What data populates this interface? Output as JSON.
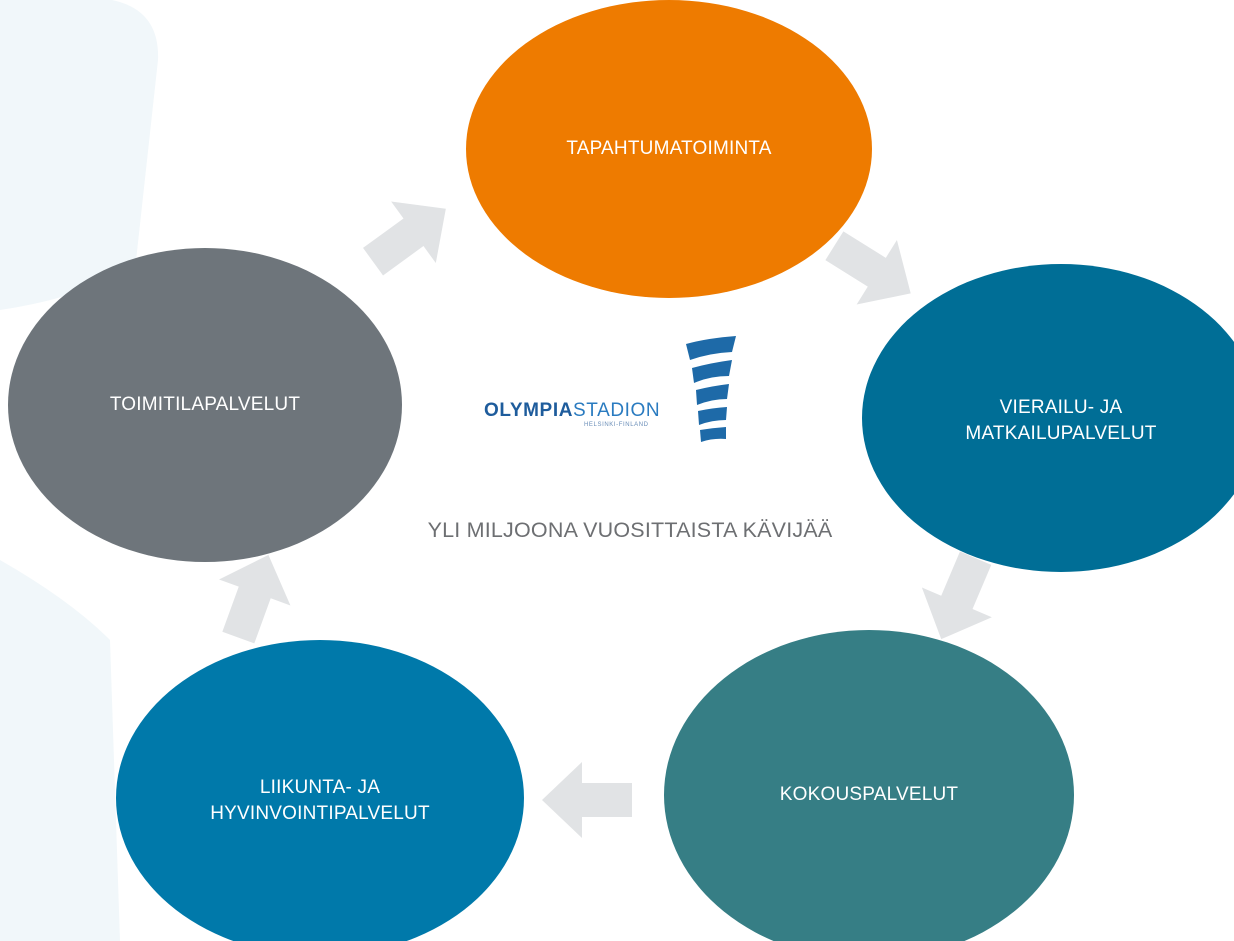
{
  "nodes": [
    {
      "id": "tapahtumatoiminta",
      "label": "TAPAHTUMATOIMINTA",
      "color": "#ee7b00"
    },
    {
      "id": "vierailu",
      "label": "VIERAILU- JA\nMATKAILUPALVELUT",
      "color": "#006e96"
    },
    {
      "id": "kokous",
      "label": "KOKOUSPALVELUT",
      "color": "#367e85"
    },
    {
      "id": "liikunta",
      "label": "LIIKUNTA- JA\nHYVINVOINTIPALVELUT",
      "color": "#0079aa"
    },
    {
      "id": "toimitila",
      "label": "TOIMITILAPALVELUT",
      "color": "#6e757b"
    }
  ],
  "center_text": "YLI MILJOONA VUOSITTAISTA KÄVIJÄÄ",
  "logo": {
    "word_a": "OLYMPIA",
    "word_b": "STADION",
    "sub": "HELSINKI-FINLAND"
  },
  "colors": {
    "arrow": "#e1e3e5",
    "background_shape": "#f1f7fa",
    "text_gray": "#6d6f72"
  }
}
